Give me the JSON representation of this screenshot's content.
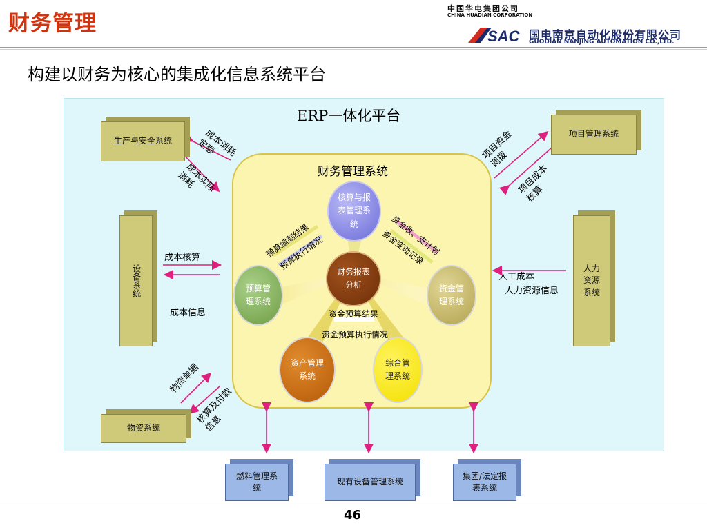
{
  "header": {
    "title": "财务管理",
    "logo_top_cn": "中国华电集团公司",
    "logo_top_en": "CHINA HUADIAN CORPORATION",
    "logo_sac": "SAC",
    "logo_cn": "国电南京自动化股份有限公司",
    "logo_en": "GUODIAN NANJING AUTOMATION CO.,LTD."
  },
  "subtitle": "构建以财务为核心的集成化信息系统平台",
  "diagram": {
    "erp_label": "ERP一体化平台",
    "finance_label": "财务管理系统",
    "systems": {
      "production": "生产与安全系统",
      "project": "项目管理系统",
      "equipment": "设备系统",
      "hr": "人力资源系统",
      "materials": "物资系统",
      "fuel": "燃料管理系统",
      "existing_equipment": "现有设备管理系统",
      "group_report": "集团/法定报表系统"
    },
    "modules": {
      "accounting": "核算与报表管理系统",
      "center": "财务报表分析",
      "budget": "预算管理系统",
      "fund": "资金管理系统",
      "asset": "资产管理系统",
      "comprehensive": "综合管理系统"
    },
    "flows": {
      "cost_quota": "成本消耗定额",
      "cost_actual": "成本实际消耗",
      "project_fund": "项目资金调拨",
      "project_cost": "项目成本核算",
      "cost_accounting": "成本核算",
      "cost_info": "成本信息",
      "labor_cost": "人工成本",
      "hr_info": "人力资源信息",
      "material_doc": "物资单据",
      "settle_pay": "核算及付款信息",
      "budget_result": "预算编制结果",
      "budget_exec": "预算执行情况",
      "fund_plan": "资金收、支计划",
      "fund_change": "资金变动记录",
      "fund_budget_result": "资金预算结果",
      "fund_budget_exec": "资金预算执行情况"
    }
  },
  "page_number": "46",
  "colors": {
    "title_red": "#d0340f",
    "panel_cyan": "#dff7fa",
    "panel_yellow": "#fcf5b0",
    "arrow_pink": "#e0207e",
    "olive_box": "#cfc97a",
    "blue_box": "#9bb8e6"
  }
}
